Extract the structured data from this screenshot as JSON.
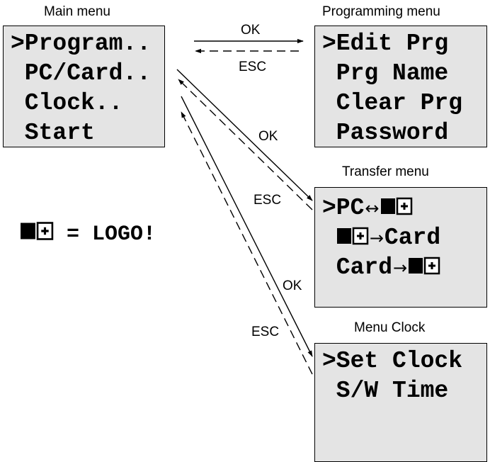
{
  "main_menu": {
    "caption": "Main menu",
    "items": [
      ">Program..",
      " PC/Card..",
      " Clock..",
      " Start"
    ]
  },
  "programming_menu": {
    "caption": "Programming menu",
    "items": [
      ">Edit Prg",
      " Prg Name",
      " Clear Prg",
      " Password"
    ]
  },
  "transfer_menu": {
    "caption": "Transfer menu",
    "items": [
      {
        "prefix": ">PC",
        "arrow": "↔",
        "suffix": ""
      },
      {
        "prefix": "",
        "arrow": "→",
        "suffix": "Card"
      },
      {
        "prefix": " Card",
        "arrow": "→",
        "suffix": ""
      }
    ]
  },
  "clock_menu": {
    "caption": "Menu Clock",
    "items": [
      ">Set Clock",
      " S/W Time"
    ]
  },
  "connections": {
    "program_ok": "OK",
    "program_esc": "ESC",
    "transfer_ok": "OK",
    "transfer_esc": "ESC",
    "clock_ok": "OK",
    "clock_esc": "ESC"
  },
  "legend": {
    "equals": "= LOGO!",
    "icon": "logo-module-icon"
  }
}
